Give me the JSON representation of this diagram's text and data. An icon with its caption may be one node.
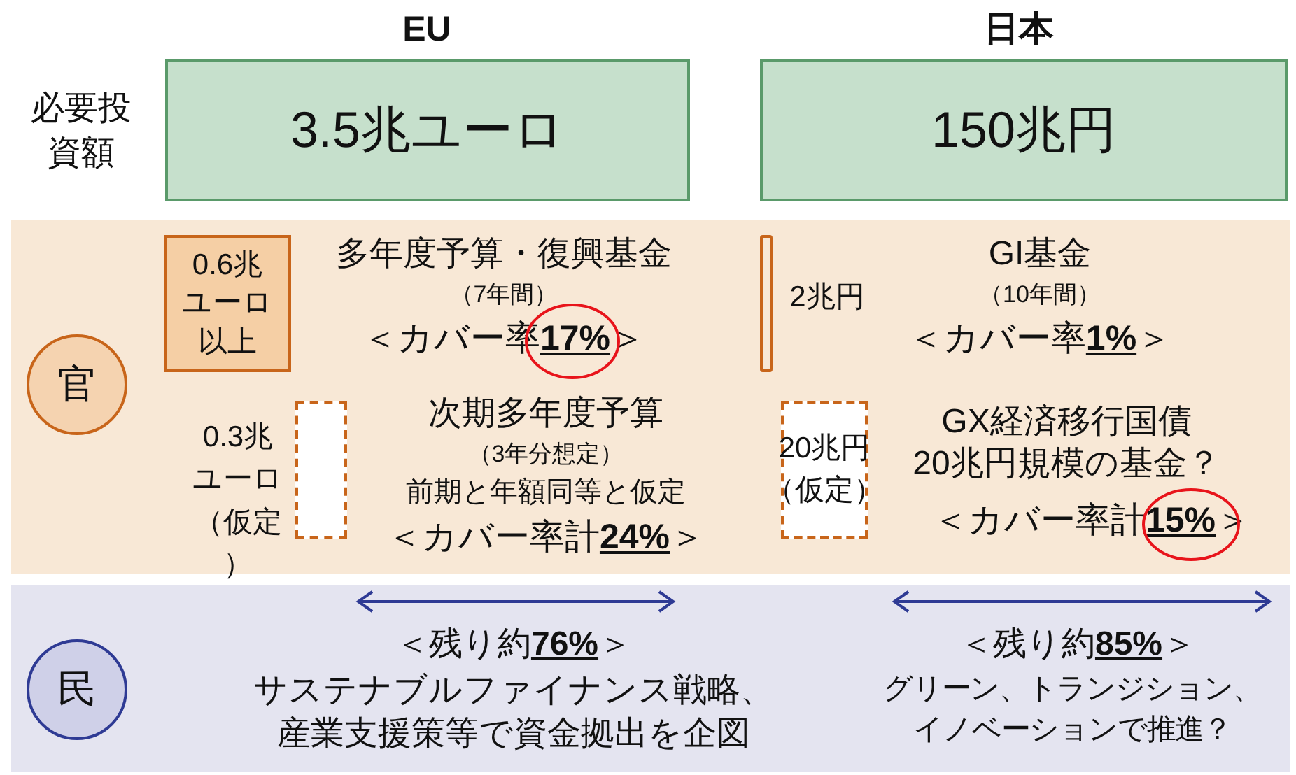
{
  "diagram": {
    "nodes": [
      {
        "text": [
          "3.5兆ユーロ"
        ]
      },
      {
        "text": [
          "150兆円"
        ]
      },
      {
        "text": [
          "官"
        ]
      },
      {
        "text": [
          "0.6兆ユーロ以上"
        ]
      },
      {
        "text": [],
        "shape": "box",
        "beside": [
          "0.3兆ユーロ（仮定）"
        ]
      },
      {
        "text": [],
        "shape": "bar",
        "beside": [
          "2兆円"
        ]
      },
      {
        "text": [
          "20兆円（仮定）"
        ]
      },
      {
        "text": [
          "民"
        ]
      }
    ],
    "edges": [],
    "labels": [
      "EU",
      "日本",
      "必要投資額",
      "多年度予算・復興基金",
      "（7年間）",
      "＜カバー率**17%**＞",
      "次期多年度予算",
      "（3年分想定）",
      "前期と年額同等と仮定",
      "＜カバー率計**24%**＞",
      "GI基金",
      "（10年間）",
      "＜カバー率**1%**＞",
      "GX経済移行国債20兆円規模の基金？",
      "＜カバー率計**15%**＞",
      "＜残り約**76%**＞",
      "サステナブルファイナンス戦略、産業支援策等で資金拠出を企図",
      "＜残り約**85%**＞",
      "グリーン、トランジション、イノベーションで推進？"
    ]
  }
}
